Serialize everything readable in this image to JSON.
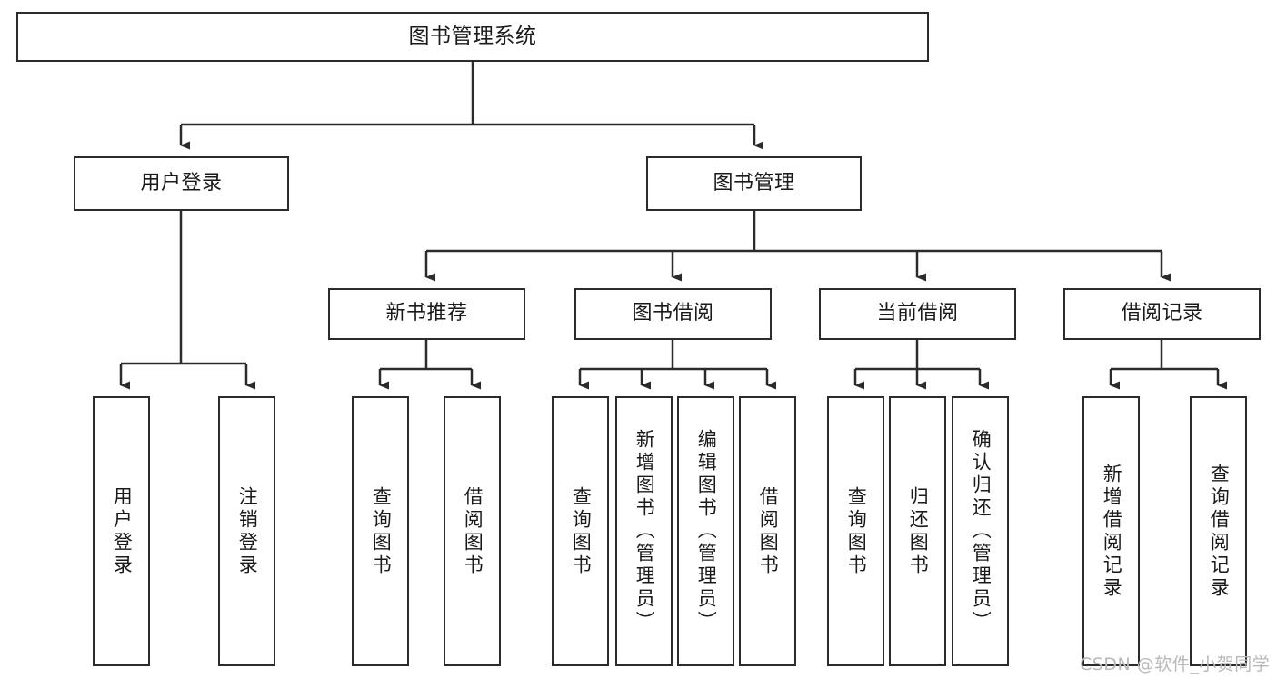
{
  "diagram": {
    "title": "图书管理系统",
    "type": "tree-hierarchy",
    "orientation": "top-down"
  },
  "nodes": {
    "root": {
      "label": "图书管理系统"
    },
    "level2": [
      {
        "id": "user-login",
        "label": "用户登录"
      },
      {
        "id": "book-manage",
        "label": "图书管理"
      }
    ],
    "level3": [
      {
        "id": "new-book-rec",
        "label": "新书推荐"
      },
      {
        "id": "book-borrow",
        "label": "图书借阅"
      },
      {
        "id": "current-borrow",
        "label": "当前借阅"
      },
      {
        "id": "borrow-record",
        "label": "借阅记录"
      }
    ],
    "leaves": {
      "user_login": [
        {
          "id": "leaf-user-login",
          "label": "用户登录"
        },
        {
          "id": "leaf-logout",
          "label": "注销登录"
        }
      ],
      "new_book_rec": [
        {
          "id": "leaf-query-book-1",
          "label": "查询图书"
        },
        {
          "id": "leaf-borrow-book-1",
          "label": "借阅图书"
        }
      ],
      "book_borrow": [
        {
          "id": "leaf-query-book-2",
          "label": "查询图书"
        },
        {
          "id": "leaf-add-book",
          "label": "新增图书（管理员）"
        },
        {
          "id": "leaf-edit-book",
          "label": "编辑图书（管理员）"
        },
        {
          "id": "leaf-borrow-book-2",
          "label": "借阅图书"
        }
      ],
      "current_borrow": [
        {
          "id": "leaf-query-book-3",
          "label": "查询图书"
        },
        {
          "id": "leaf-return-book",
          "label": "归还图书"
        },
        {
          "id": "leaf-confirm-return",
          "label": "确认归还（管理员）"
        }
      ],
      "borrow_record": [
        {
          "id": "leaf-add-record",
          "label": "新增借阅记录"
        },
        {
          "id": "leaf-query-record",
          "label": "查询借阅记录"
        }
      ]
    }
  },
  "watermark": {
    "text": "CSDN @软件_小贺同学"
  },
  "colors": {
    "stroke": "#2b2b2b",
    "fill": "#ffffff",
    "text": "#1a1a1a",
    "watermark": "#b9b9b9"
  }
}
